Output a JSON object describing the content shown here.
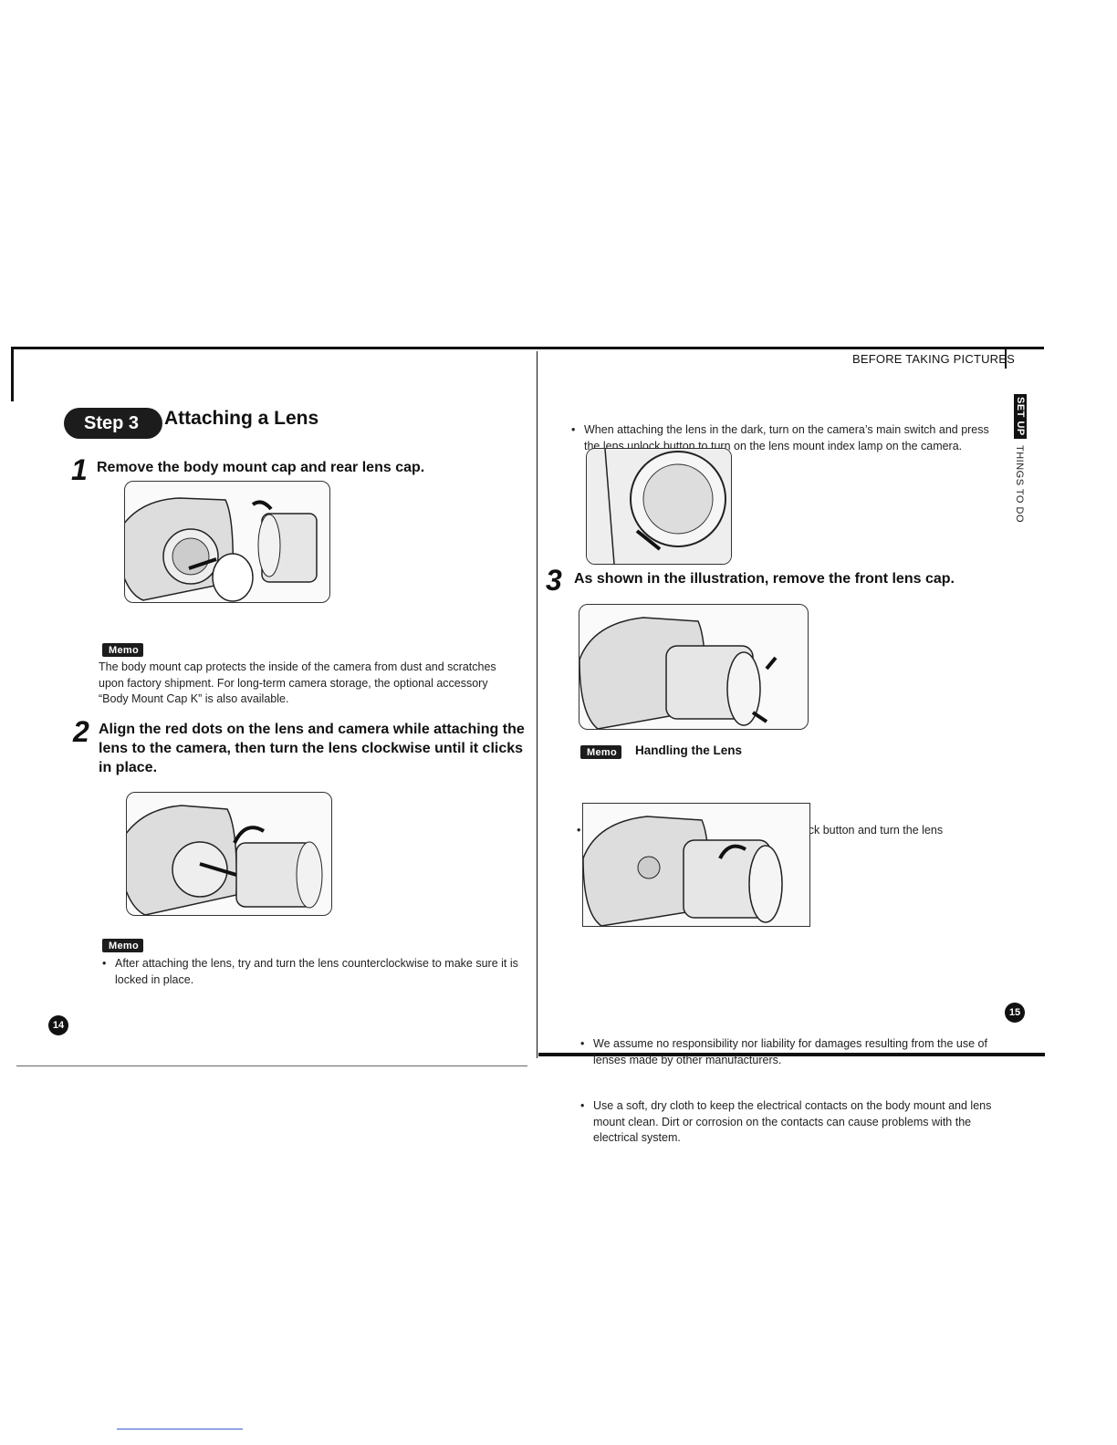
{
  "header": {
    "section": "BEFORE TAKING PICTURES"
  },
  "side_tabs": {
    "active": "SET UP",
    "inactive": "THINGS TO DO"
  },
  "left": {
    "step_badge": "Step 3",
    "title": "Attaching a Lens",
    "step1": {
      "number": "1",
      "text": "Remove the body mount cap and rear lens cap."
    },
    "memo1": {
      "label": "Memo",
      "text": "The body mount cap protects the inside of the camera from dust and scratches upon factory shipment. For long-term camera storage, the optional accessory “Body Mount Cap K” is also available."
    },
    "step2": {
      "number": "2",
      "text": "Align the red dots on the lens and camera while attaching the lens to the camera, then turn the lens clockwise until it clicks in place."
    },
    "memo2": {
      "label": "Memo",
      "bullets": [
        "After attaching the lens, try and turn the lens counterclockwise to make sure it is locked in place."
      ]
    },
    "page_number": "14"
  },
  "right": {
    "intro_bullets": [
      "When attaching the lens in the dark, turn on the camera’s main switch and press the lens unlock button to turn on the lens mount index lamp on the camera."
    ],
    "step3": {
      "number": "3",
      "text": "As shown in the illustration, remove the front lens cap."
    },
    "memo3": {
      "label": "Memo",
      "heading": "Handling the Lens",
      "bullets": [
        "To detach the lens, hold down the lens unlock button and turn the lens counterclockwise."
      ]
    },
    "notes": [
      "We assume no responsibility nor liability for damages resulting from the use of lenses made by other manufacturers.",
      "Use a soft, dry cloth to keep the electrical contacts on the body mount and lens mount clean. Dirt or corrosion on the contacts can cause problems with the electrical system."
    ],
    "page_number": "15"
  }
}
